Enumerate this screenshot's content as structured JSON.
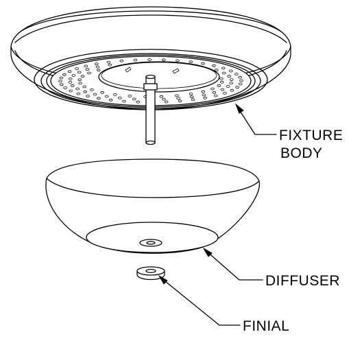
{
  "labels": {
    "fixture_body_line1": "FIXTURE",
    "fixture_body_line2": "BODY",
    "diffuser": "DIFFUSER",
    "finial": "FINIAL"
  },
  "colors": {
    "line": "#000000",
    "background": "#ffffff"
  }
}
